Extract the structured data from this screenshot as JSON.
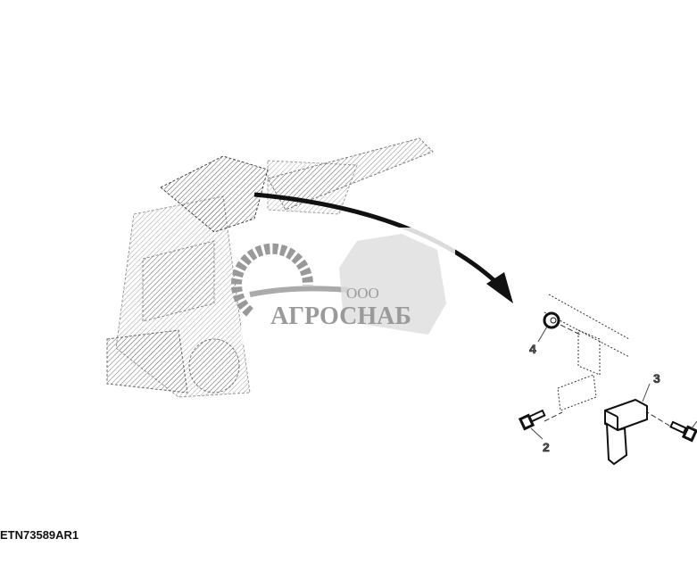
{
  "figure": {
    "id_label": "ETN73589AR1",
    "callouts": [
      "4",
      "3",
      "2"
    ]
  },
  "watermark": {
    "prefix": "ООО",
    "brand": "АГРОСНАБ"
  }
}
